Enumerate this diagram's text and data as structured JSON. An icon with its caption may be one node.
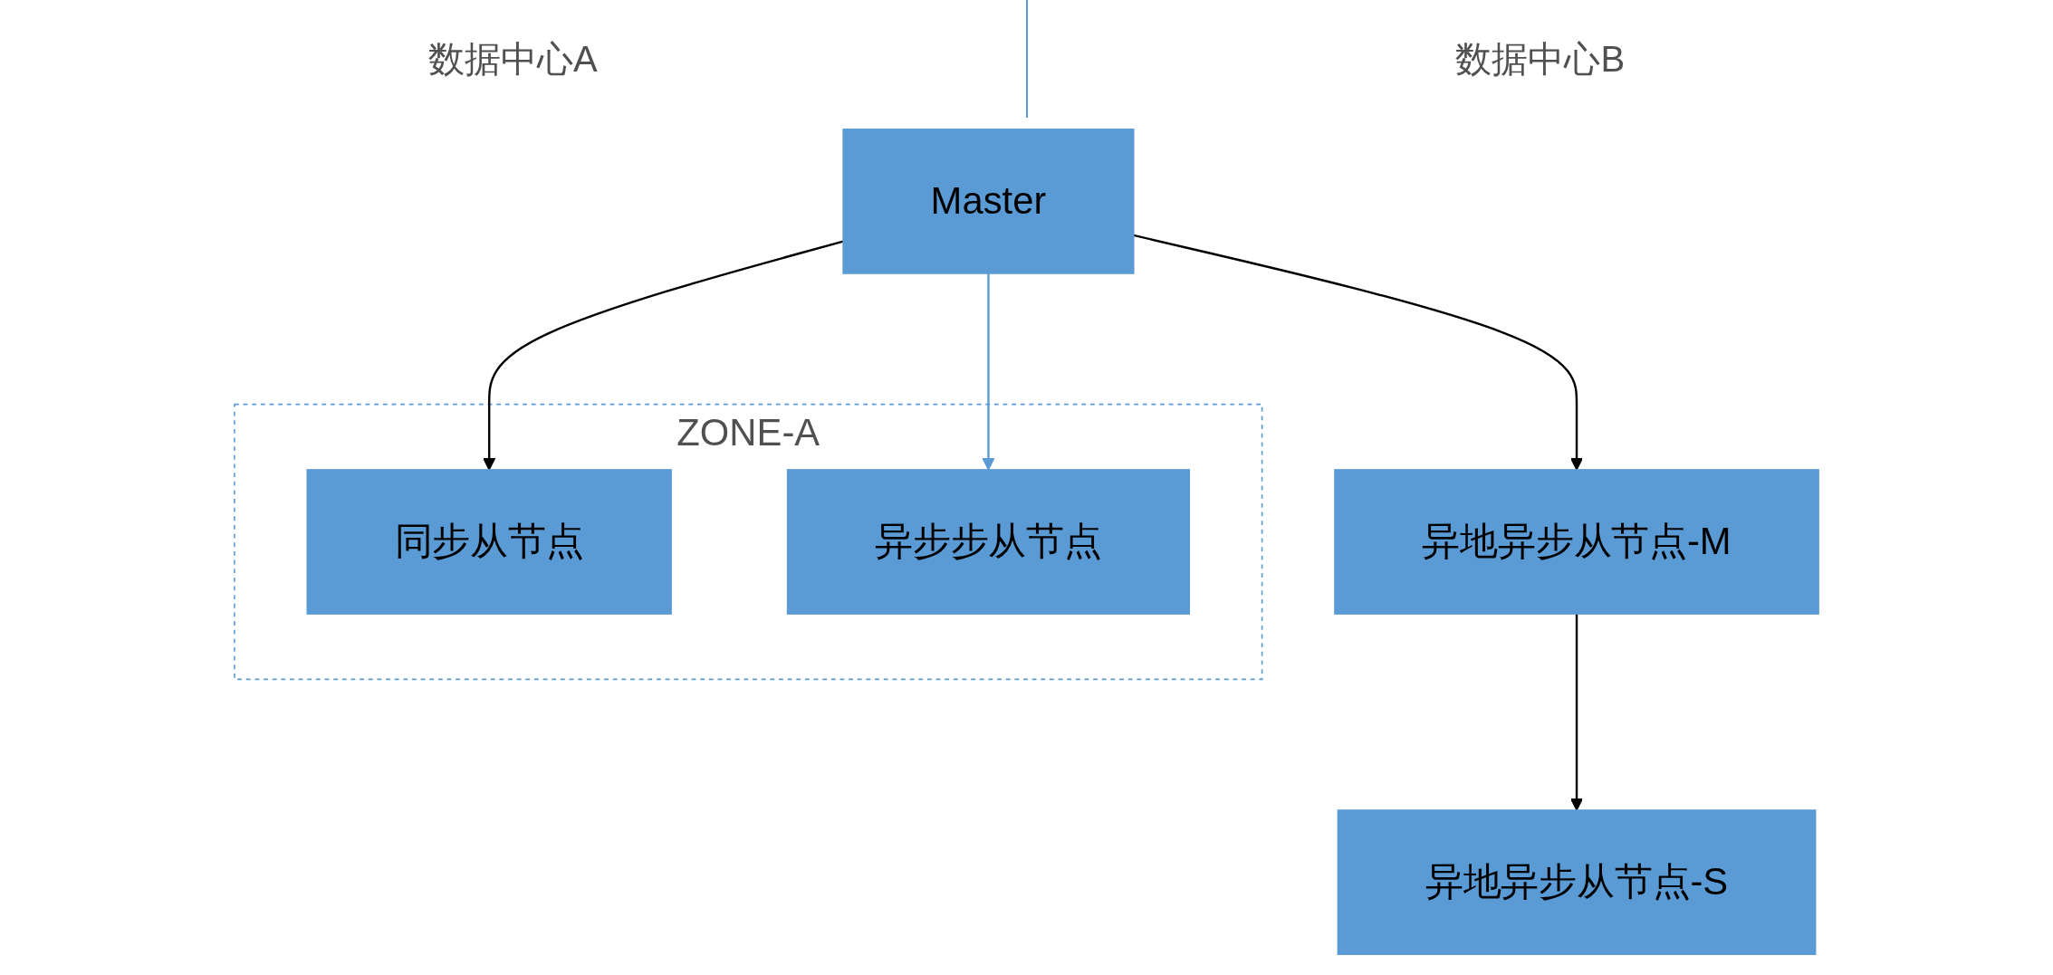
{
  "diagram": {
    "nodes": [
      {
        "text": [
          "Master"
        ]
      },
      {
        "text": [
          "异地异步从节点-S"
        ]
      },
      {
        "text": [
          "ZONE-A"
        ]
      },
      {
        "text": [
          "同步从节点"
        ],
        "in": 2
      },
      {
        "text": [
          "异步步从节点"
        ],
        "in": 2
      },
      {
        "text": [
          "异地异步从节点-M"
        ]
      }
    ],
    "edges": [
      {
        "from": 0,
        "to": 3,
        "arrow": "to"
      },
      {
        "from": 0,
        "to": 4,
        "arrow": "to",
        "color": "#5b9bd5"
      },
      {
        "from": 0,
        "to": 5,
        "arrow": "to"
      },
      {
        "from": 5,
        "to": 1,
        "arrow": "to"
      }
    ],
    "labels": [
      "数据中心A",
      "数据中心B"
    ]
  }
}
